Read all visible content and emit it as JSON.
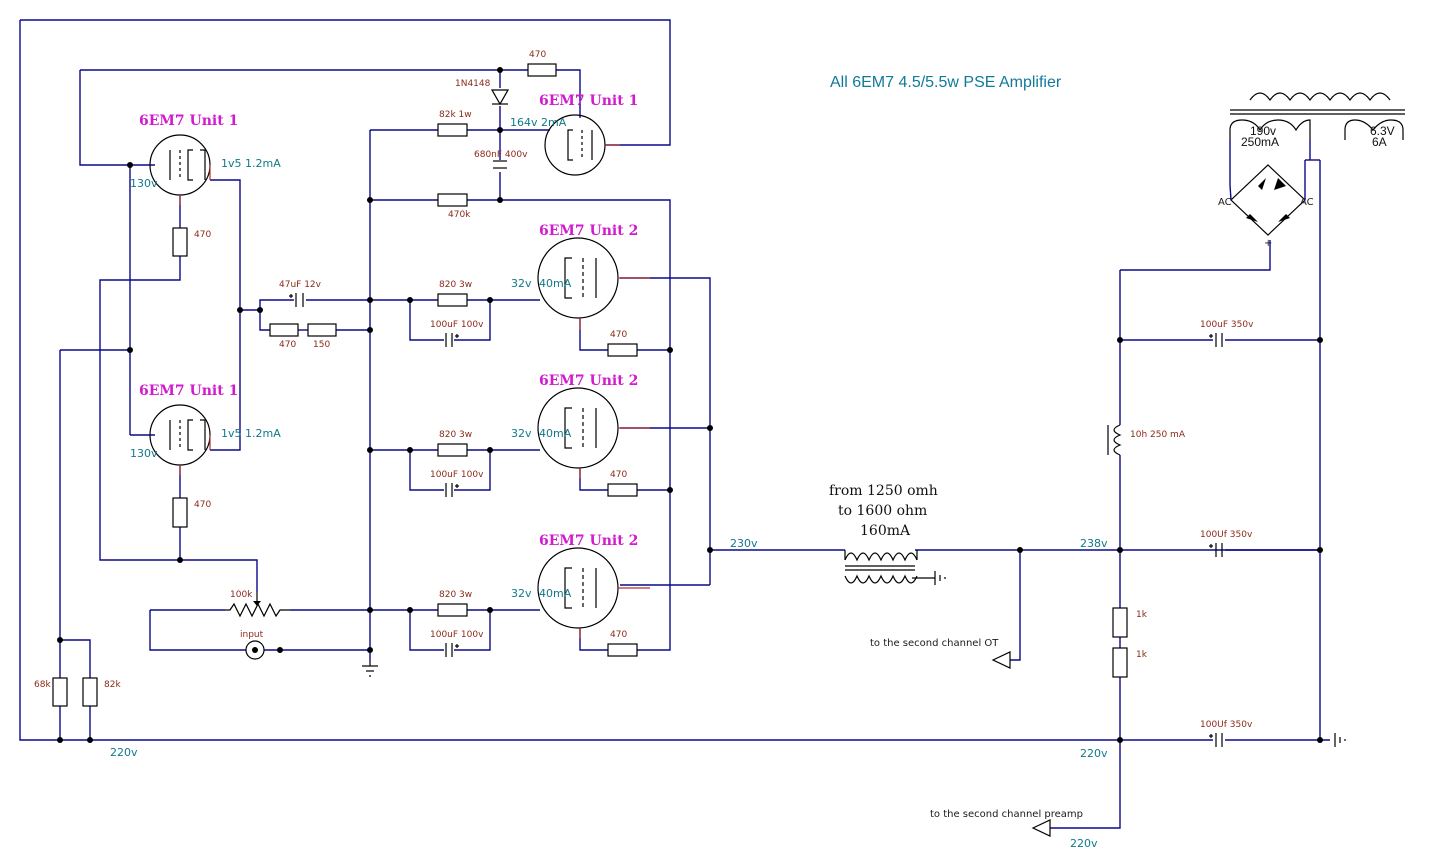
{
  "title": "All 6EM7  4.5/5.5w  PSE Amplifier",
  "tubes": {
    "driver_top": "6EM7 Unit 1",
    "driver_bottom": "6EM7 Unit 1",
    "follower": "6EM7 Unit 1",
    "power_1": "6EM7 Unit 2",
    "power_2": "6EM7 Unit 2",
    "power_3": "6EM7 Unit 2"
  },
  "voltages": {
    "drv_top_plate": "130v",
    "drv_top_bias": "1v5 1.2mA",
    "drv_bot_plate": "130v",
    "drv_bot_bias": "1v5 1.2mA",
    "follower": "164v 2mA",
    "p1_grid": "32v",
    "p1_current": "40mA",
    "p2_grid": "32v",
    "p2_current": "40mA",
    "p3_grid": "32v",
    "p3_current": "40mA",
    "b_230": "230v",
    "b_238": "238v",
    "b_220_left": "220v",
    "b_220_right": "220v",
    "b_220_bottom": "220v"
  },
  "components": {
    "r_fb": "470",
    "diode": "1N4148",
    "r_82k": "82k 1w",
    "cap_680": "680nF 400v",
    "r_470k": "470k",
    "r_k_top": "470",
    "r_k_bot": "470",
    "cap_47": "47uF 12v",
    "r_470_s": "470",
    "r_150": "150",
    "pot": "100k",
    "input": "input",
    "r68k": "68k",
    "r82k": "82k",
    "p1_r": "820 3w",
    "p1_c": "100uF 100v",
    "p1_g": "470",
    "p2_r": "820 3w",
    "p2_c": "100uF 100v",
    "p2_g": "470",
    "p3_r": "820 3w",
    "p3_c": "100uF 100v",
    "p3_g": "470",
    "ot_text_1": "from 1250 omh",
    "ot_text_2": "to 1600 ohm",
    "ot_text_3": "160mA",
    "to_ot": "to the second channel OT",
    "to_preamp": "to the second channel preamp",
    "c_top": "100uF 350v",
    "choke": "10h 250 mA",
    "c_mid": "100Uf 350v",
    "r1k_a": "1k",
    "r1k_b": "1k",
    "c_bot": "100Uf 350v",
    "sec_hv_1": "190v",
    "sec_hv_2": "250mA",
    "sec_ht_1": "6.3V",
    "sec_ht_2": "6A",
    "ac_left": "AC",
    "ac_right": "AC",
    "plus": "+"
  }
}
